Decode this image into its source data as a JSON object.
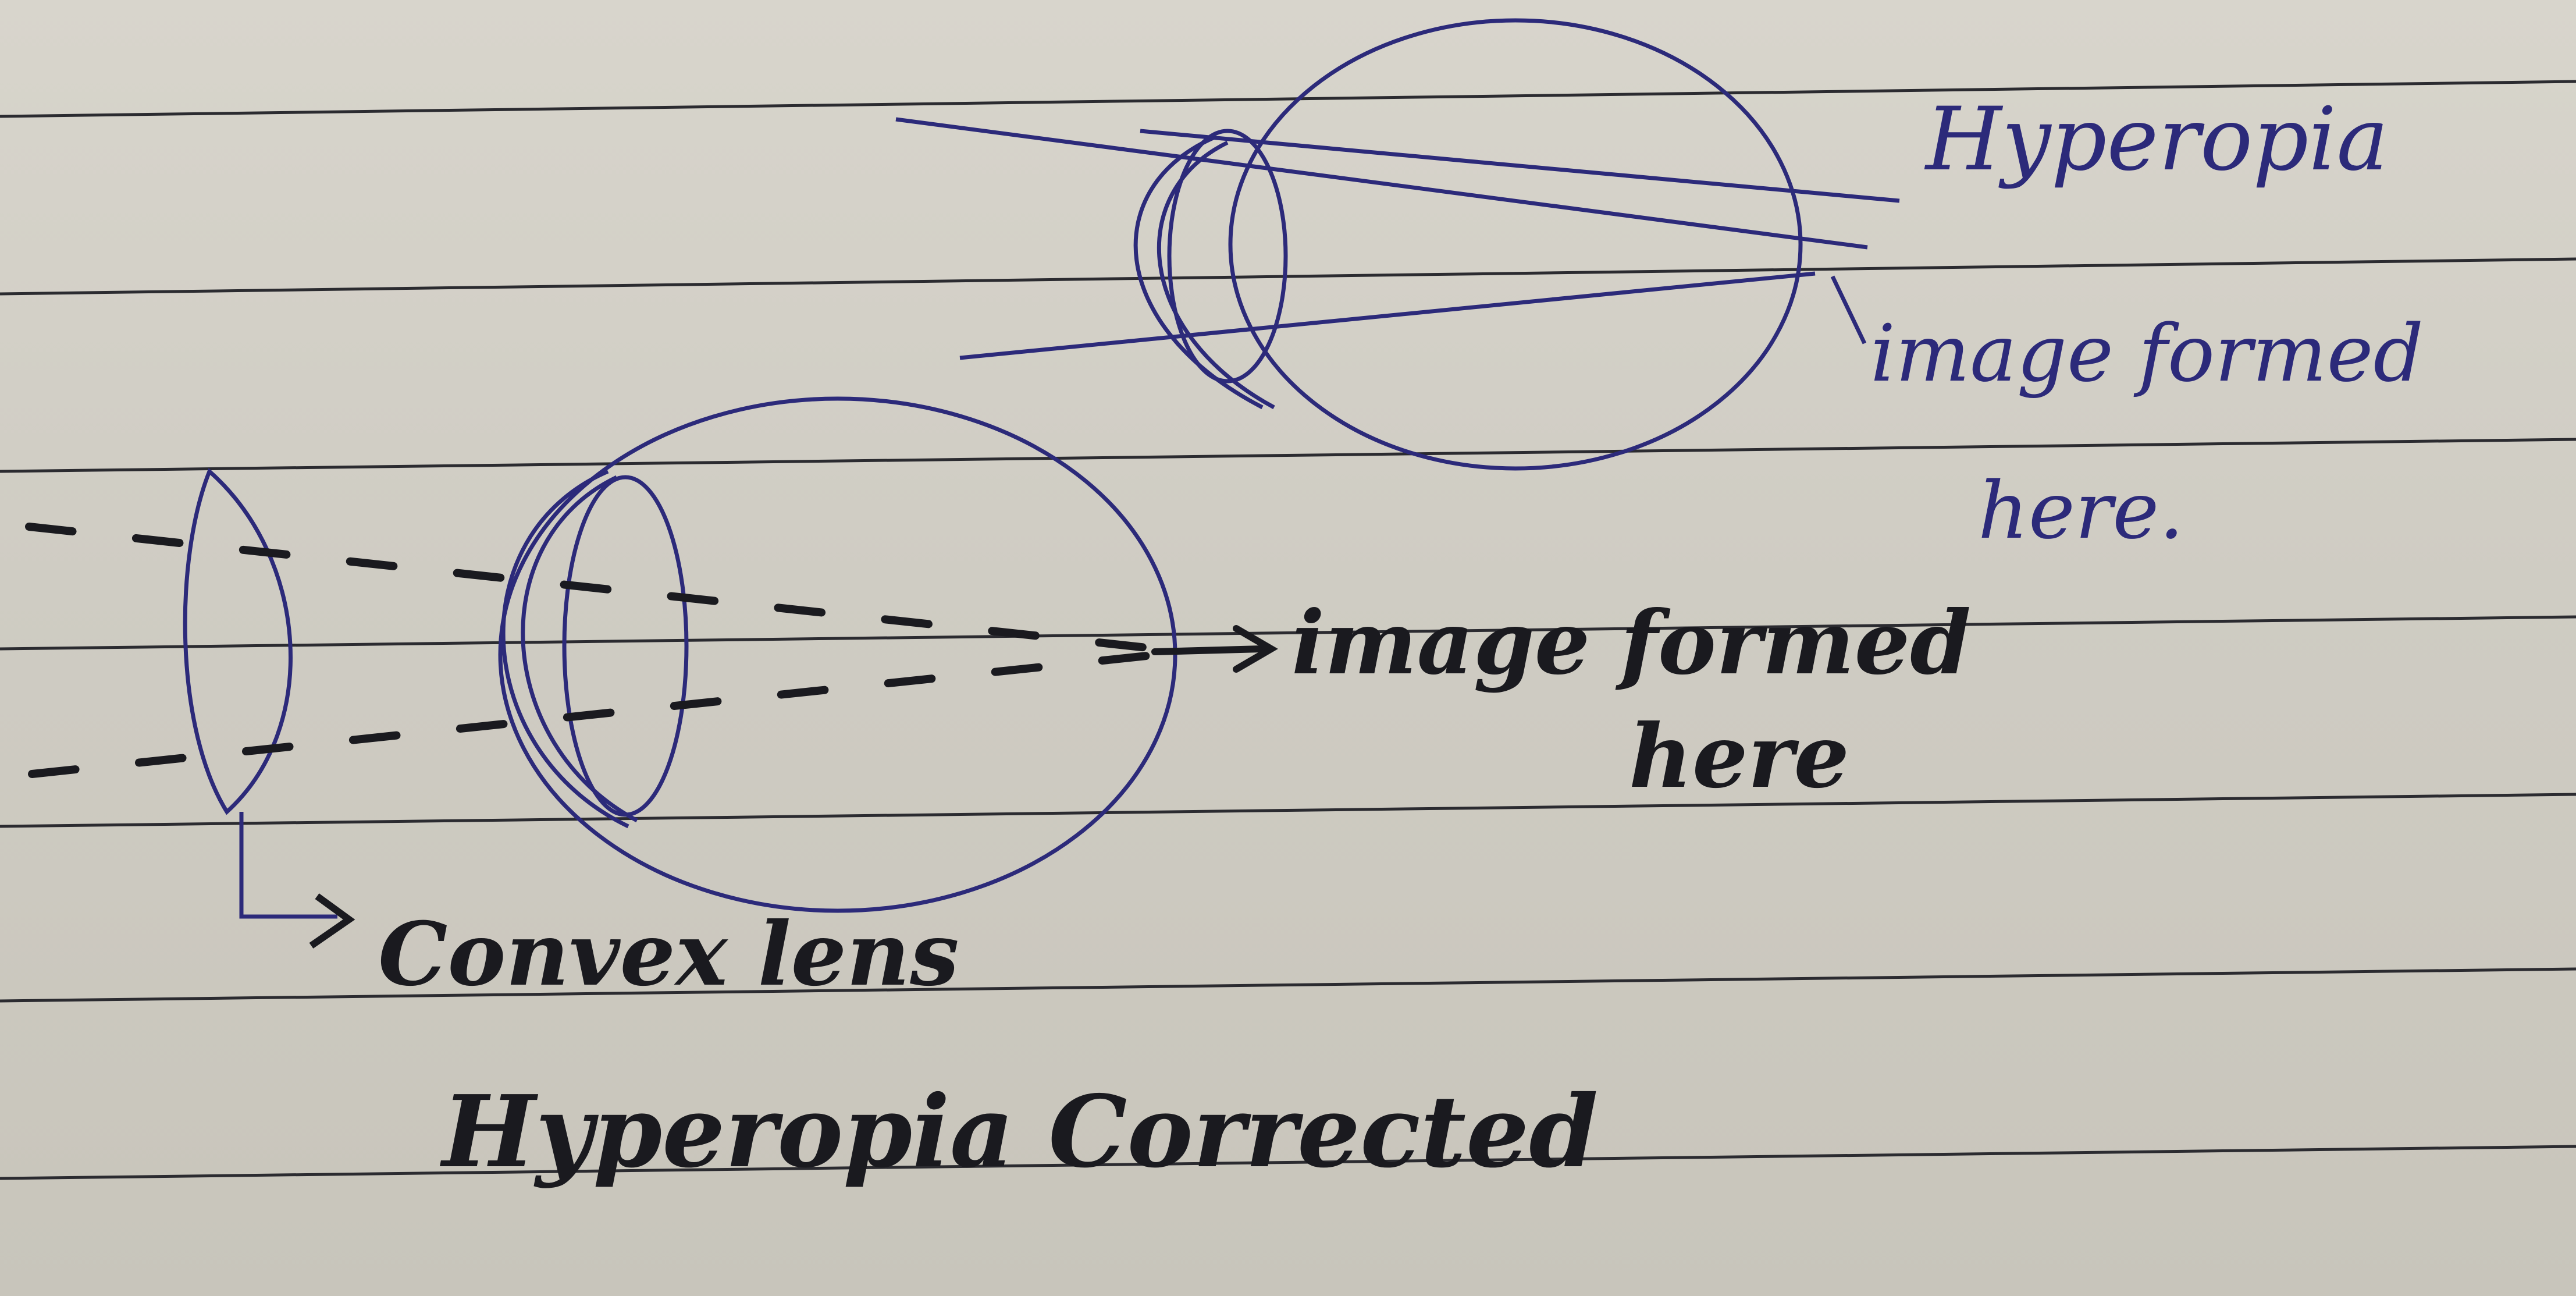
{
  "labels": {
    "title": "Hyperopia",
    "image_formed_top": "image formed",
    "here_top": "here.",
    "image_formed_bottom": "image formed",
    "here_bottom": "here",
    "lens": "Convex lens",
    "caption": "Hyperopia Corrected"
  },
  "colors": {
    "paper": "#d3d0c7",
    "ruled_line": "#2b2b30",
    "blue_ink": "#2c2a7a",
    "black_ink": "#1a1a1f"
  }
}
